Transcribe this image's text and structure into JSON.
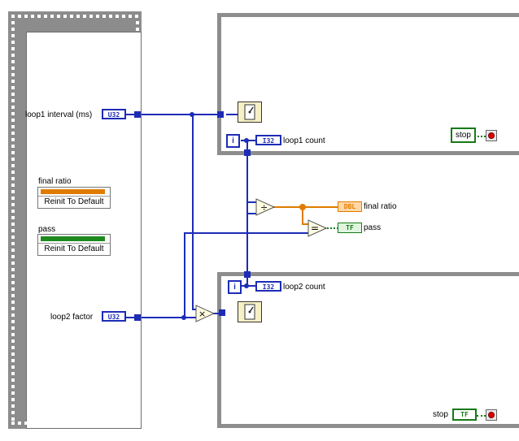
{
  "controls": {
    "loop1_interval": {
      "label": "loop1 interval (ms)",
      "type": "U32"
    },
    "loop2_factor": {
      "label": "loop2 factor",
      "type": "U32"
    }
  },
  "property_nodes": [
    {
      "label": "final ratio",
      "action": "Reinit To Default",
      "color": "#e07b00"
    },
    {
      "label": "pass",
      "action": "Reinit To Default",
      "color": "#1e8a1e"
    }
  ],
  "indicators": {
    "loop1_count": {
      "label": "loop1 count",
      "type": "I32"
    },
    "loop2_count": {
      "label": "loop2 count",
      "type": "I32"
    },
    "final_ratio": {
      "label": "final ratio",
      "type": "DBL"
    },
    "pass": {
      "label": "pass",
      "type": "TF"
    }
  },
  "loop1": {
    "iteration": "i",
    "stop_label": "stop"
  },
  "loop2": {
    "iteration": "i",
    "stop_label": "stop",
    "stop_type": "TF"
  },
  "operators": {
    "divide": "÷",
    "equal": "=",
    "multiply": "×"
  },
  "colors": {
    "integer_wire": "#1d2cb6",
    "double_wire": "#e07b00",
    "boolean": "#177a17"
  }
}
